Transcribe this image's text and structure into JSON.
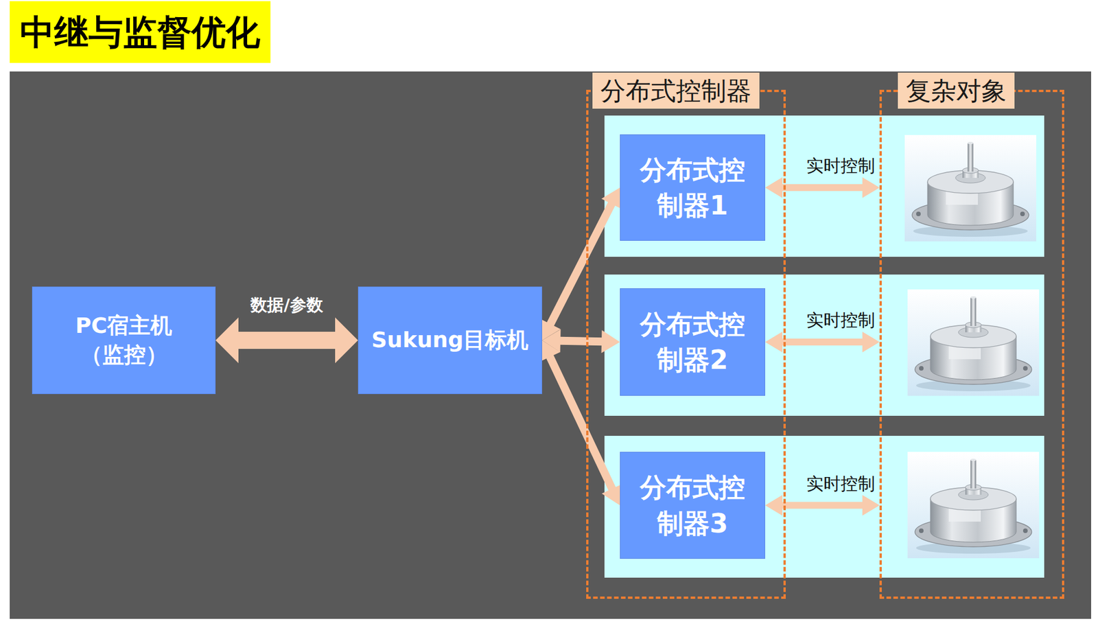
{
  "diagram": {
    "title": "中继与监督优化",
    "nodes": [
      {
        "text": [
          "PC宿主机",
          "（监控）"
        ]
      },
      {
        "text": [
          "Sukung目标机"
        ]
      },
      {
        "text": [
          "分布式控制器"
        ]
      },
      {
        "text": [
          "分布式控制器1"
        ],
        "in": 2
      },
      {
        "text": [
          "分布式控制器2"
        ],
        "in": 2
      },
      {
        "text": [
          "分布式控制器3"
        ],
        "in": 2
      },
      {
        "text": [
          "复杂对象"
        ]
      }
    ],
    "edges": [
      {
        "from": 0,
        "to": 1,
        "arrow": "both",
        "label": "数据/参数"
      },
      {
        "from": 1,
        "to": 3,
        "arrow": "both"
      },
      {
        "from": 1,
        "to": 4,
        "arrow": "both"
      },
      {
        "from": 1,
        "to": 5,
        "arrow": "both"
      },
      {
        "from": 3,
        "to": 6,
        "arrow": "both",
        "label": "实时控制"
      },
      {
        "from": 4,
        "to": 6,
        "arrow": "both",
        "label": "实时控制"
      },
      {
        "from": 5,
        "to": 6,
        "arrow": "both",
        "label": "实时控制"
      }
    ]
  }
}
